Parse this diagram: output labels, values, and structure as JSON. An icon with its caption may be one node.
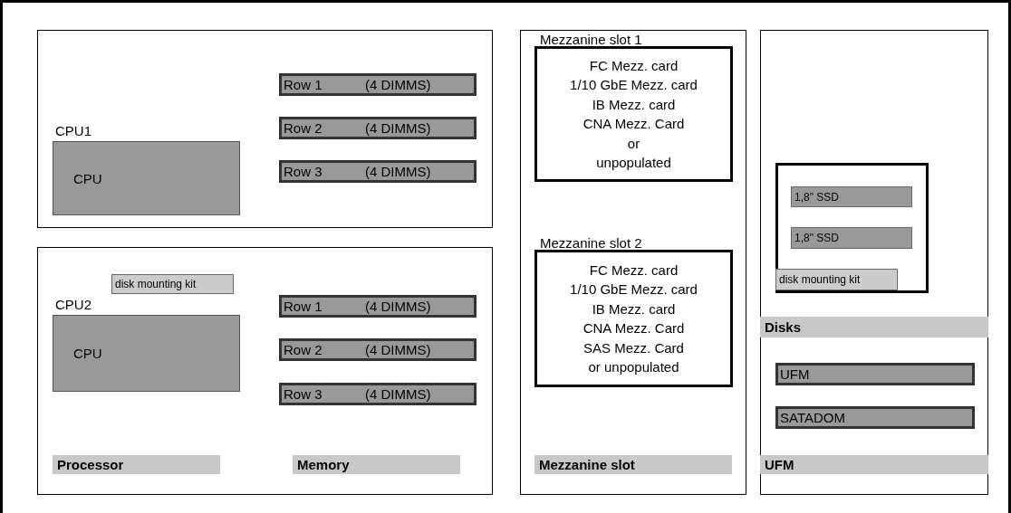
{
  "diagram": {
    "nodes": [
      {
        "text": [],
        "shape": "box"
      },
      {
        "text": [
          "CPU1",
          "CPU"
        ],
        "in": 0
      },
      {
        "text": [
          "Row 1",
          "(4 DIMMS)"
        ],
        "in": 0
      },
      {
        "text": [
          "Row 2",
          "(4 DIMMS)"
        ],
        "in": 0
      },
      {
        "text": [
          "Row 3",
          "(4 DIMMS)"
        ],
        "in": 0
      },
      {
        "text": [],
        "shape": "box"
      },
      {
        "text": [
          "disk mounting kit"
        ],
        "in": 5
      },
      {
        "text": [
          "CPU2",
          "CPU"
        ],
        "in": 5
      },
      {
        "text": [
          "Row 1",
          "(4 DIMMS)"
        ],
        "in": 5
      },
      {
        "text": [
          "Row 2",
          "(4 DIMMS)"
        ],
        "in": 5
      },
      {
        "text": [
          "Row 3",
          "(4 DIMMS)"
        ],
        "in": 5
      },
      {
        "text": [
          "Processor"
        ],
        "in": 5
      },
      {
        "text": [
          "Memory"
        ],
        "in": 5
      },
      {
        "text": [],
        "shape": "box"
      },
      {
        "text": [
          "Mezzanine slot 1",
          "FC Mezz. card",
          "1/10 GbE Mezz. card",
          "IB Mezz. card",
          "CNA Mezz. Card",
          "or",
          "unpopulated"
        ],
        "in": 13
      },
      {
        "text": [
          "Mezzanine slot 2",
          "FC Mezz. card",
          "1/10 GbE Mezz. card",
          "IB Mezz. card",
          "CNA Mezz. Card",
          "SAS Mezz. Card",
          "or unpopulated"
        ],
        "in": 13
      },
      {
        "text": [
          "Mezzanine slot"
        ],
        "in": 13
      },
      {
        "text": [],
        "shape": "box"
      },
      {
        "text": [],
        "shape": "box",
        "in": 17
      },
      {
        "text": [
          "1,8\" SSD"
        ],
        "in": 18
      },
      {
        "text": [
          "1,8\" SSD"
        ],
        "in": 18
      },
      {
        "text": [
          "disk mounting kit"
        ],
        "in": 18
      },
      {
        "text": [
          "Disks"
        ],
        "in": 17
      },
      {
        "text": [
          "UFM"
        ],
        "in": 17
      },
      {
        "text": [
          "SATADOM"
        ],
        "in": 17
      },
      {
        "text": [
          "UFM"
        ],
        "in": 17
      }
    ]
  }
}
